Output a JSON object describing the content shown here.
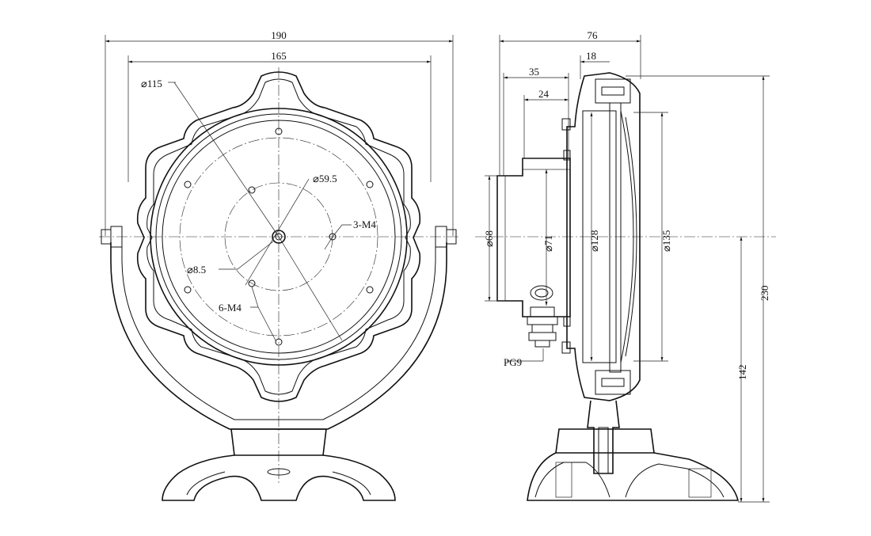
{
  "front_view": {
    "width_overall": "190",
    "width_body": "165",
    "dia_lens": "⌀115",
    "dia_bolt_circle": "⌀59.5",
    "dia_center_hole": "⌀8.5",
    "holes_3": "3-M4",
    "holes_6": "6-M4"
  },
  "side_view": {
    "depth_overall": "76",
    "depth_rim": "18",
    "depth_back": "35",
    "depth_boss": "24",
    "dia_68": "⌀68",
    "dia_71": "⌀71",
    "dia_128": "⌀128",
    "dia_135": "⌀135",
    "gland": "PG9",
    "height_total": "230",
    "height_axis": "142"
  }
}
